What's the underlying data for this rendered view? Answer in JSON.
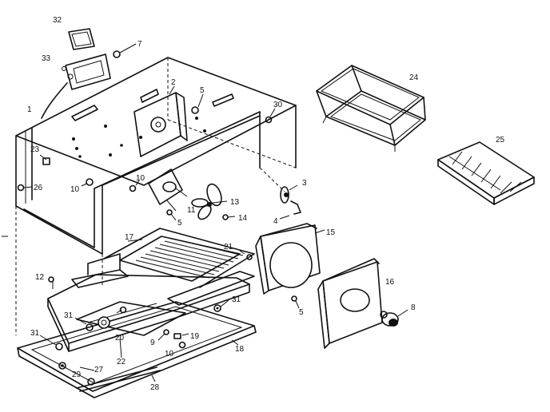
{
  "callouts": {
    "c32": "32",
    "c33": "33",
    "c7": "7",
    "c1": "1",
    "c2": "2",
    "c5a": "5",
    "c30": "30",
    "c23": "23",
    "c26": "26",
    "c10a": "10",
    "c10b": "10",
    "c3": "3",
    "c11": "11",
    "c13": "13",
    "c14": "14",
    "c4": "4",
    "c5b": "5",
    "c15": "15",
    "c17": "17",
    "c21": "21",
    "c12": "12",
    "c16": "16",
    "c8": "8",
    "c5c": "5",
    "c31a": "31",
    "c31b": "31",
    "c31c": "31",
    "c20": "20",
    "c9": "9",
    "c19": "19",
    "c10c": "10",
    "c18": "18",
    "c22": "22",
    "c27": "27",
    "c29": "29",
    "c28": "28",
    "c24": "24",
    "c25": "25"
  }
}
